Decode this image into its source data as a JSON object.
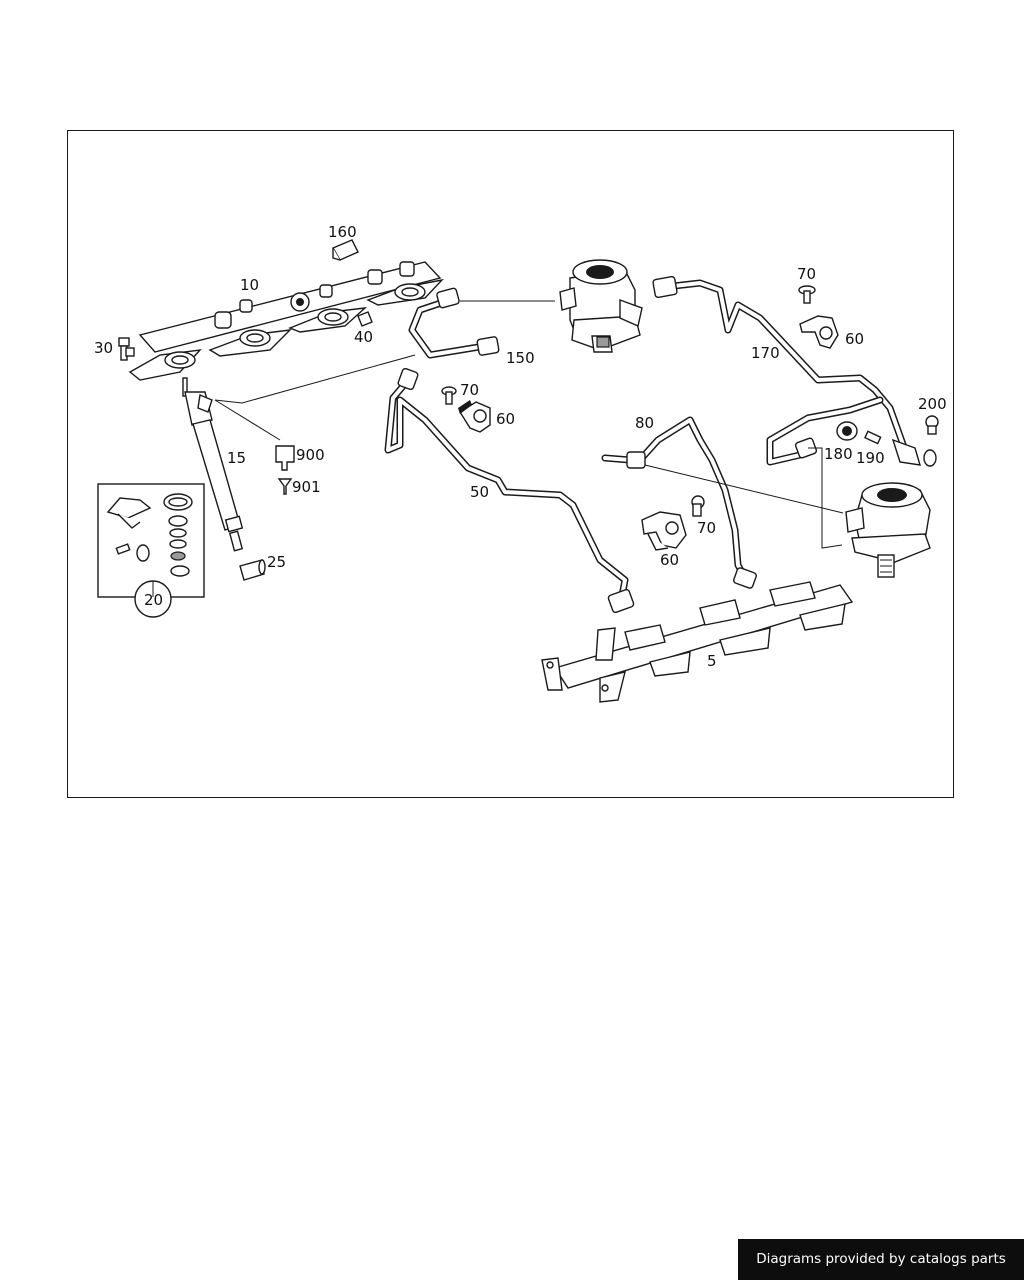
{
  "diagram": {
    "labels": {
      "p5": "5",
      "p10": "10",
      "p15": "15",
      "p20": "20",
      "p25": "25",
      "p30": "30",
      "p40": "40",
      "p50": "50",
      "p60a": "60",
      "p60b": "60",
      "p60c": "60",
      "p70a": "70",
      "p70b": "70",
      "p70c": "70",
      "p80": "80",
      "p150": "150",
      "p160": "160",
      "p170": "170",
      "p180": "180",
      "p190": "190",
      "p200": "200",
      "p900": "900",
      "p901": "901"
    }
  },
  "footer": {
    "text": "Diagrams provided by catalogs parts"
  }
}
